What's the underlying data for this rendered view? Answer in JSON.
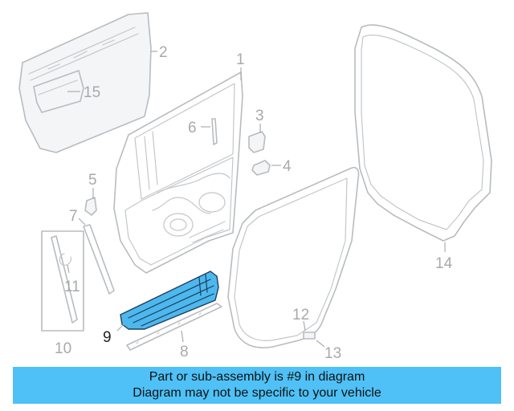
{
  "callouts": {
    "c1": "1",
    "c2": "2",
    "c3": "3",
    "c4": "4",
    "c5": "5",
    "c6": "6",
    "c7": "7",
    "c8": "8",
    "c9": "9",
    "c10": "10",
    "c11": "11",
    "c12": "12",
    "c13": "13",
    "c14": "14",
    "c15": "15"
  },
  "highlight_color": "#4db8ee",
  "banner": {
    "line1": "Part or sub-assembly is #9 in diagram",
    "line2": "Diagram may not be specific to your vehicle",
    "color": "#4fc1f6"
  }
}
